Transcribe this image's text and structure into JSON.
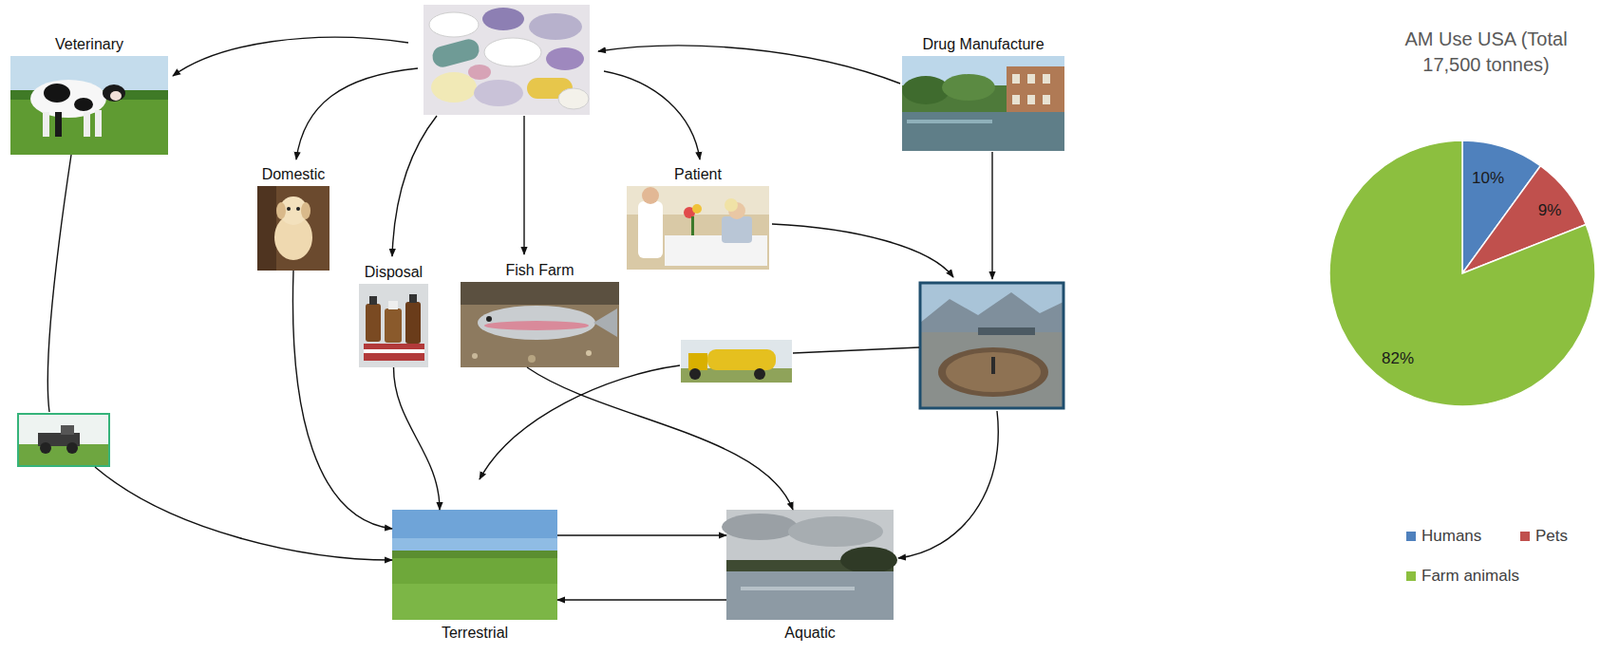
{
  "diagram": {
    "title": "AM Use USA (Total 17,500 tonnes)",
    "nodes": [
      {
        "text": [
          "Veterinary"
        ]
      },
      {
        "text": [
          "Domestic"
        ]
      },
      {
        "text": [
          "Disposal"
        ]
      },
      {
        "text": [
          "Fish Farm"
        ]
      },
      {
        "text": [
          "Patient"
        ]
      },
      {
        "text": [
          "Drug Manufacture"
        ]
      },
      {
        "text": [
          "Terrestrial"
        ]
      },
      {
        "text": [
          "Aquatic"
        ]
      }
    ],
    "edges": [
      {
        "from": 0,
        "to": 6,
        "arrow": "to"
      },
      {
        "from": 1,
        "to": 6,
        "arrow": "to"
      },
      {
        "from": 2,
        "to": 6,
        "arrow": "to"
      },
      {
        "from": 3,
        "to": 7,
        "arrow": "to"
      },
      {
        "from": 6,
        "to": 7,
        "arrow": "to"
      },
      {
        "from": 7,
        "to": 6,
        "arrow": "to"
      }
    ],
    "labels": [
      "10%",
      "9%",
      "82%"
    ],
    "legend": [
      {
        "text": "Humans",
        "color": "#4f81bd"
      },
      {
        "text": "Pets",
        "color": "#c0504d"
      },
      {
        "text": "Farm animals",
        "color": "#8cbf3f"
      }
    ]
  }
}
